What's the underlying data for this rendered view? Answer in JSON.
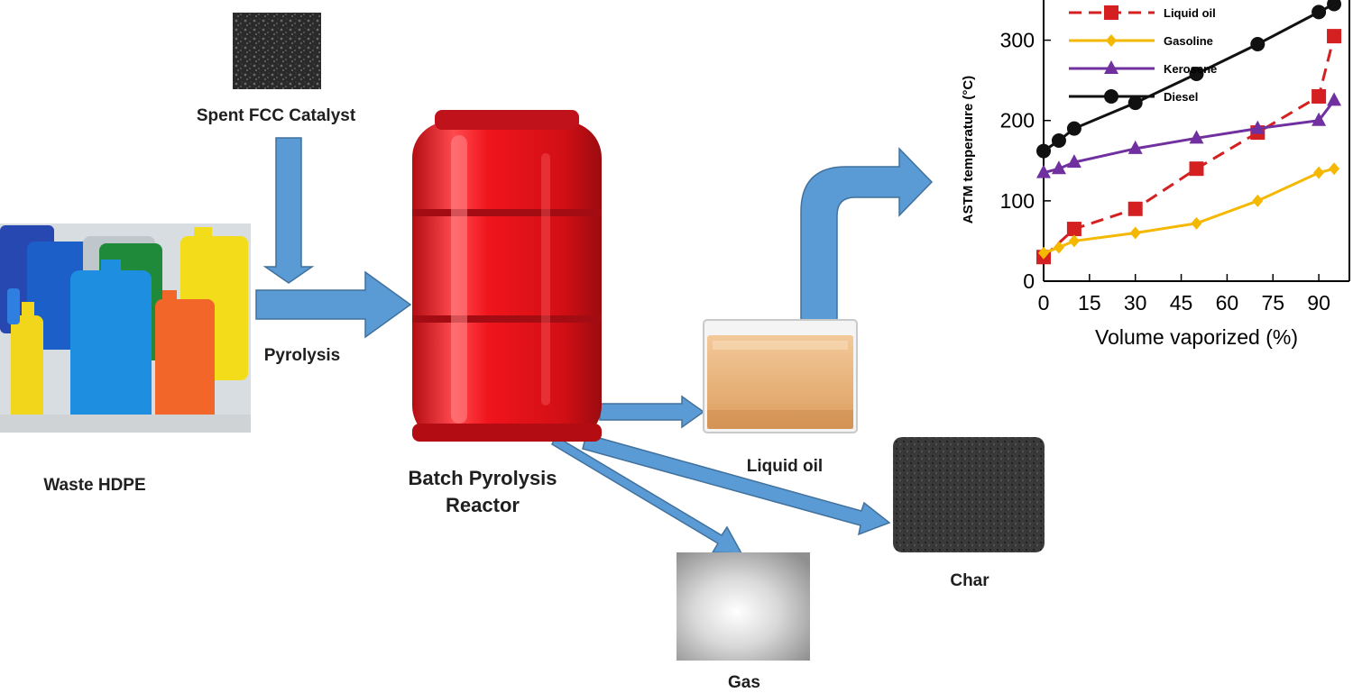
{
  "labels": {
    "catalyst": "Spent FCC Catalyst",
    "pyrolysis": "Pyrolysis",
    "waste": "Waste HDPE",
    "reactor_line1": "Batch Pyrolysis",
    "reactor_line2": "Reactor",
    "liquid": "Liquid oil",
    "char": "Char",
    "gas": "Gas"
  },
  "colors": {
    "arrow": "#5b9bd5",
    "arrow_stroke": "#41719c",
    "reactor": "#e8141b",
    "liquid_oil": "#e9b27a"
  },
  "icons": {
    "catalyst": "catalyst-photo",
    "waste": "hdpe-containers-photo",
    "reactor": "red-barrel-reactor",
    "liquid": "oil-beaker",
    "char": "char-powder-photo",
    "gas": "gas-smoke-photo"
  },
  "chart_data": {
    "type": "line",
    "xlabel": "Volume vaporized (%)",
    "ylabel": "ASTM temperature (°C)",
    "x_ticks": [
      "0",
      "15",
      "30",
      "45",
      "60",
      "75",
      "90"
    ],
    "y_ticks": [
      "0",
      "100",
      "200",
      "300"
    ],
    "xlim": [
      0,
      100
    ],
    "ylim": [
      0,
      350
    ],
    "grid": false,
    "legend_position": "top-left",
    "series": [
      {
        "name": "Liquid oil",
        "color": "#d42020",
        "style": "dashed",
        "marker": "square",
        "x": [
          0,
          10,
          30,
          50,
          70,
          90,
          95
        ],
        "y": [
          30,
          65,
          90,
          140,
          185,
          230,
          305
        ]
      },
      {
        "name": "Gasoline",
        "color": "#f5b800",
        "style": "solid",
        "marker": "diamond",
        "x": [
          0,
          5,
          10,
          30,
          50,
          70,
          90,
          95
        ],
        "y": [
          35,
          42,
          50,
          60,
          72,
          100,
          135,
          140
        ]
      },
      {
        "name": "Kerosene",
        "color": "#7030a0",
        "style": "solid",
        "marker": "triangle",
        "x": [
          0,
          5,
          10,
          30,
          50,
          70,
          90,
          95
        ],
        "y": [
          135,
          140,
          148,
          165,
          178,
          190,
          200,
          225
        ]
      },
      {
        "name": "Diesel",
        "color": "#111111",
        "style": "solid",
        "marker": "circle",
        "x": [
          0,
          5,
          10,
          30,
          50,
          70,
          90,
          95
        ],
        "y": [
          162,
          175,
          190,
          222,
          258,
          295,
          335,
          345
        ]
      }
    ]
  }
}
